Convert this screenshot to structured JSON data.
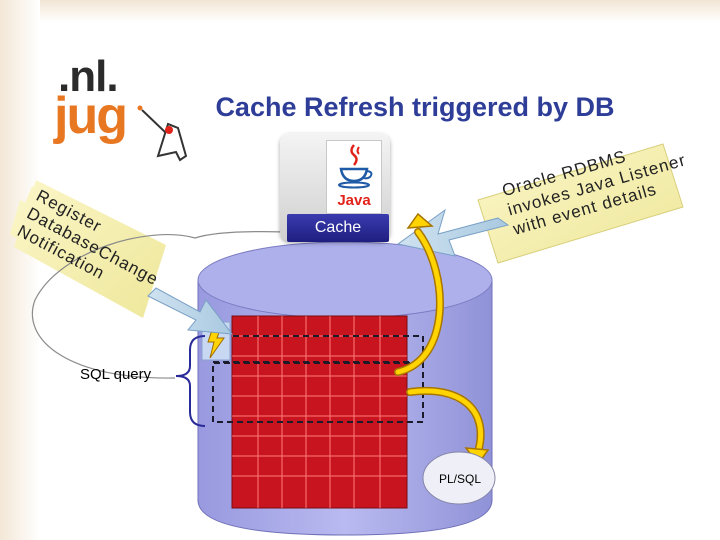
{
  "logo": {
    "line1": ".nl.",
    "line2": "jug"
  },
  "title": "Cache Refresh triggered by DB",
  "java_box": {
    "logo_text": "Java",
    "cache_label": "Cache"
  },
  "notes": {
    "right": "Oracle RDBMS\ninvokes Java Listener\nwith event details",
    "left": "Register\nDatabaseChange\nNotification"
  },
  "labels": {
    "sql_query": "SQL query",
    "plsql": "PL/SQL"
  },
  "colors": {
    "title": "#2e3d97",
    "logo_orange": "#e87722",
    "cylinder_fill": "#a5a7e6",
    "table_red": "#c8141e",
    "cache_bar": "#2a2a99",
    "arrow_yellow": "#ffd400"
  }
}
